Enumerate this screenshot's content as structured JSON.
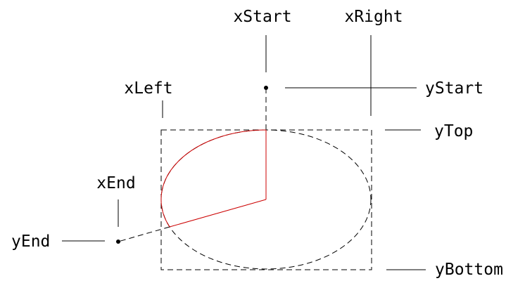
{
  "labels": {
    "xStart": "xStart",
    "xRight": "xRight",
    "xLeft": "xLeft",
    "yStart": "yStart",
    "yTop": "yTop",
    "xEnd": "xEnd",
    "yEnd": "yEnd",
    "yBottom": "yBottom"
  },
  "colors": {
    "line": "#000000",
    "arc": "#cc0000",
    "background": "#ffffff"
  }
}
